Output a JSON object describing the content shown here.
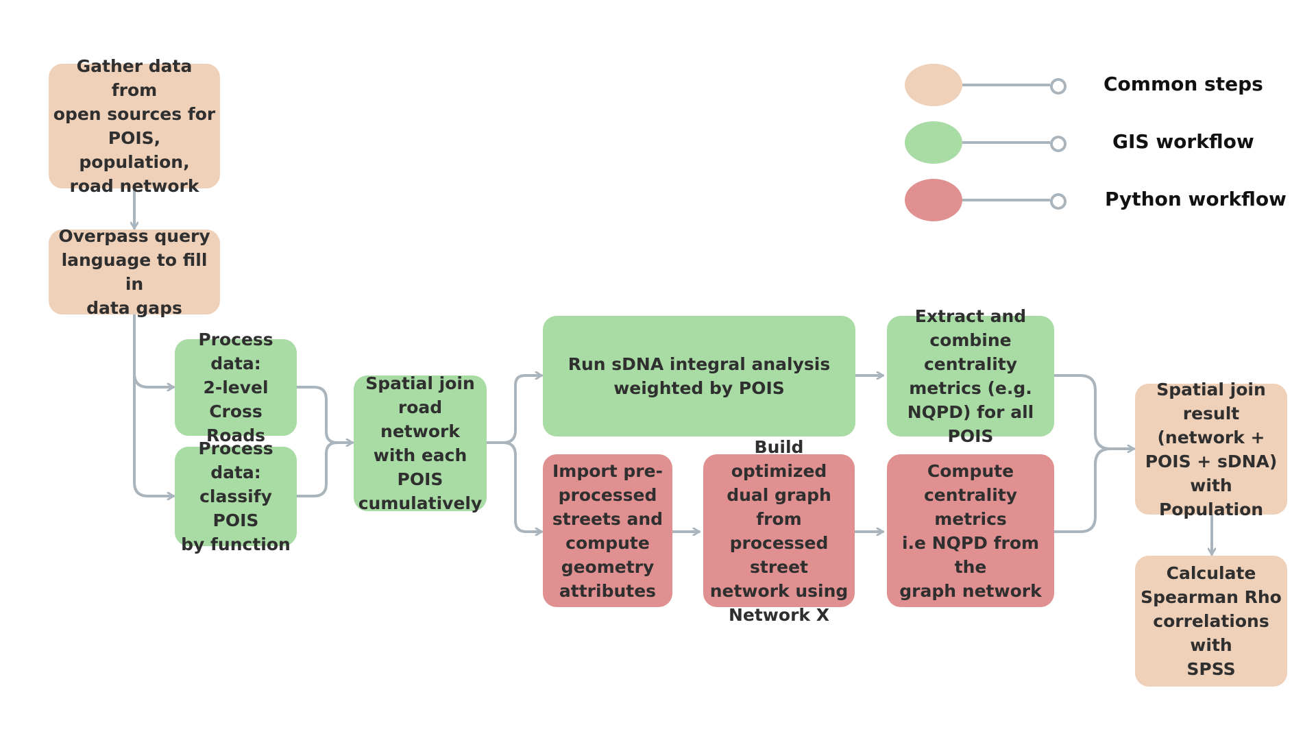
{
  "legend": [
    {
      "label": "Common steps",
      "category": "common",
      "color": "#efd0b9"
    },
    {
      "label": "GIS workflow",
      "category": "gis",
      "color": "#a8dca4"
    },
    {
      "label": "Python workflow",
      "category": "python",
      "color": "#e09090"
    }
  ],
  "colors": {
    "connector": "#a9b4bc",
    "text": "#2f2f2f"
  },
  "nodes": {
    "gather": {
      "category": "common",
      "lines": [
        "Gather data from",
        "open sources for",
        "POIS, population,",
        "road network"
      ]
    },
    "overpass": {
      "category": "common",
      "lines": [
        "Overpass query",
        "language to fill in",
        "data gaps"
      ]
    },
    "process_roads": {
      "category": "gis",
      "lines": [
        "Process data:",
        "2-level Cross",
        "Roads"
      ]
    },
    "process_pois": {
      "category": "gis",
      "lines": [
        "Process data:",
        "classify POIS",
        "by function"
      ]
    },
    "spatial_join_road": {
      "category": "gis",
      "lines": [
        "Spatial join",
        "road network",
        "with each POIS",
        "cumulatively"
      ]
    },
    "run_sdna": {
      "category": "gis",
      "lines": [
        "Run sDNA integral analysis",
        "weighted by POIS"
      ]
    },
    "extract_combine": {
      "category": "gis",
      "lines": [
        "Extract and",
        "combine centrality",
        "metrics (e.g.",
        "NQPD) for all POIS"
      ]
    },
    "import_streets": {
      "category": "python",
      "lines": [
        "Import pre-",
        "processed",
        "streets and",
        "compute",
        "geometry",
        "attributes"
      ]
    },
    "build_graph": {
      "category": "python",
      "lines": [
        "Build optimized",
        "dual graph from",
        "processed street",
        "network using",
        "Network X"
      ]
    },
    "compute_centrality": {
      "category": "python",
      "lines": [
        "Compute",
        "centrality metrics",
        "i.e NQPD from the",
        "graph network"
      ]
    },
    "spatial_join_result": {
      "category": "common",
      "lines": [
        "Spatial join",
        "result (network +",
        "POIS + sDNA)",
        "with Population"
      ]
    },
    "spearman": {
      "category": "common",
      "lines": [
        "Calculate",
        "Spearman Rho",
        "correlations with",
        "SPSS"
      ]
    }
  },
  "edges": [
    {
      "from": "gather",
      "to": "overpass"
    },
    {
      "from": "overpass",
      "to": "process_roads"
    },
    {
      "from": "overpass",
      "to": "process_pois"
    },
    {
      "from": "process_roads",
      "to": "spatial_join_road"
    },
    {
      "from": "process_pois",
      "to": "spatial_join_road"
    },
    {
      "from": "spatial_join_road",
      "to": "run_sdna"
    },
    {
      "from": "spatial_join_road",
      "to": "import_streets"
    },
    {
      "from": "run_sdna",
      "to": "extract_combine"
    },
    {
      "from": "import_streets",
      "to": "build_graph"
    },
    {
      "from": "build_graph",
      "to": "compute_centrality"
    },
    {
      "from": "extract_combine",
      "to": "spatial_join_result"
    },
    {
      "from": "compute_centrality",
      "to": "spatial_join_result"
    },
    {
      "from": "spatial_join_result",
      "to": "spearman"
    }
  ]
}
